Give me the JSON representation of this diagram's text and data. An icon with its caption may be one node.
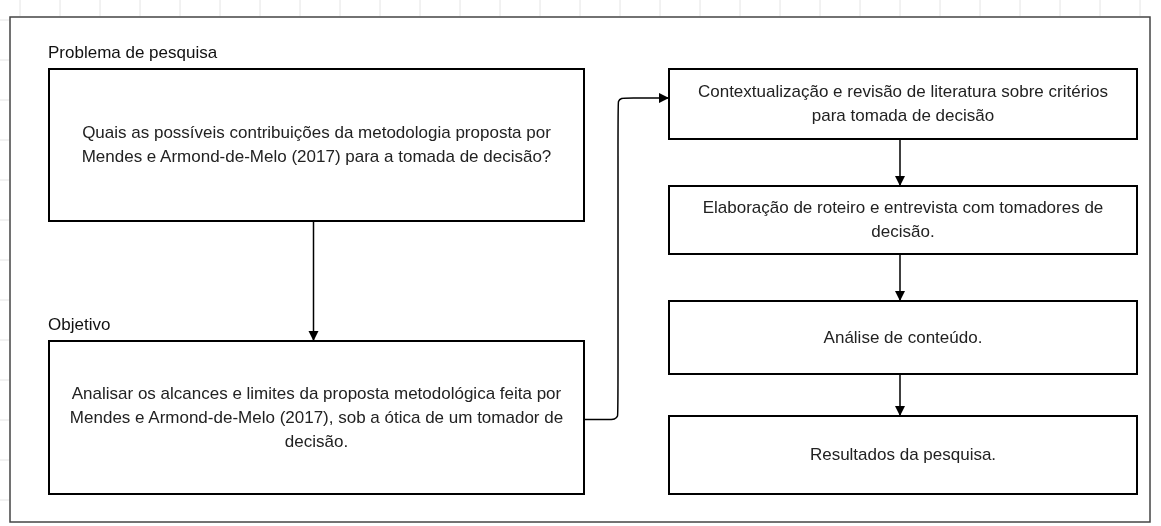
{
  "diagram": {
    "nodes": [
      {
        "text": [
          "Problema de pesquisa",
          "Quais as possíveis contribuições da metodologia proposta por Mendes e Armond-de-Melo (2017) para a tomada de decisão?"
        ]
      },
      {
        "text": [
          "Objetivo",
          "Analisar os alcances e limites da proposta metodológica feita por Mendes e Armond-de-Melo (2017), sob a ótica de um tomador de decisão."
        ]
      },
      {
        "text": [
          "Contextualização e revisão de literatura sobre critérios para tomada de decisão"
        ]
      },
      {
        "text": [
          "Elaboração de roteiro e entrevista com tomadores de decisão."
        ]
      },
      {
        "text": [
          "Análise de conteúdo."
        ]
      },
      {
        "text": [
          "Resultados da pesquisa."
        ]
      }
    ],
    "edges": [
      {
        "from": 0,
        "to": 1,
        "arrow": "to"
      },
      {
        "from": 1,
        "to": 2,
        "arrow": "to"
      },
      {
        "from": 2,
        "to": 3,
        "arrow": "to"
      },
      {
        "from": 3,
        "to": 4,
        "arrow": "to"
      },
      {
        "from": 4,
        "to": 5,
        "arrow": "to"
      }
    ]
  }
}
